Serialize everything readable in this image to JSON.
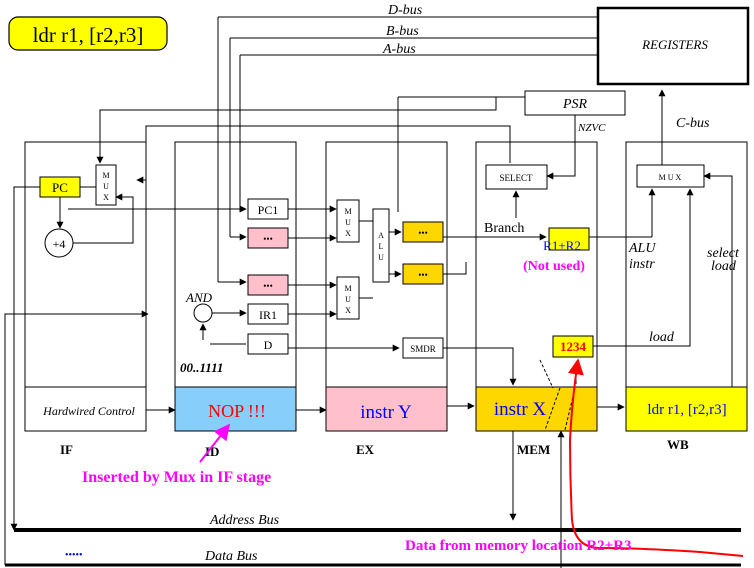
{
  "title": "ldr r1, [r2,r3]",
  "buses": {
    "d_bus": "D-bus",
    "b_bus": "B-bus",
    "a_bus": "A-bus",
    "c_bus": "C-bus",
    "address_bus": "Address Bus",
    "data_bus": "Data Bus"
  },
  "registers": "REGISTERS",
  "psr": "PSR",
  "nzvc": "NZVC",
  "select": "SELECT",
  "branch": "Branch",
  "if_stage": {
    "pc": "PC",
    "mux": [
      "M",
      "U",
      "X"
    ],
    "plus4": "+4",
    "hardwired": "Hardwired Control",
    "label": "IF"
  },
  "id_stage": {
    "pc1": "PC1",
    "dots": "•••",
    "ir1": "IR1",
    "d": "D",
    "and": "AND",
    "zeros": "00..1111",
    "content": "NOP !!!",
    "label": "ID"
  },
  "ex_stage": {
    "mux": [
      "M",
      "U",
      "X"
    ],
    "alu": [
      "A",
      "L",
      "U"
    ],
    "smdr": "SMDR",
    "content": "instr Y",
    "label": "EX"
  },
  "mem_stage": {
    "dots": "•••",
    "r1r2": "R1+R2",
    "not_used": "(Not used)",
    "value": "1234",
    "content": "instr X",
    "label": "MEM"
  },
  "wb_stage": {
    "mux": "M U X",
    "alu_instr": [
      "ALU",
      "instr"
    ],
    "select_load": [
      "select",
      "load"
    ],
    "load": "load",
    "content": "ldr r1, [r2,r3]",
    "label": "WB"
  },
  "annotations": {
    "inserted": "Inserted by Mux in IF stage",
    "data_from_memory": "Data from memory location R2+R3",
    "ellipsis": "•••••"
  },
  "colors": {
    "yellow": "#ffff00",
    "gold": "#ffd700",
    "pink": "#ffc0cb",
    "light_blue": "#87cefa",
    "magenta": "#ff00ff",
    "red": "#ff0000",
    "blue": "#0000ff"
  }
}
